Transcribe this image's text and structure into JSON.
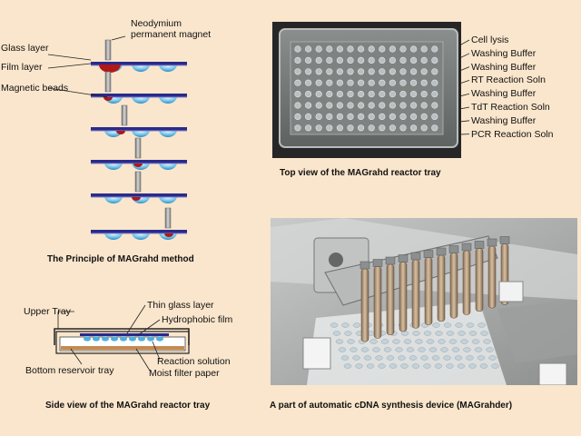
{
  "principle": {
    "labels": {
      "magnet": "Neodymium\npermanent magnet",
      "glass": "Glass layer",
      "film": "Film layer",
      "beads": "Magnetic beads"
    },
    "caption": "The Principle of MAGrahd method"
  },
  "top_view": {
    "labels": [
      "Cell lysis",
      "Washing Buffer",
      "Washing Buffer",
      "RT Reaction Soln",
      "Washing Buffer",
      "TdT Reaction Soln",
      "Washing Buffer",
      "PCR Reaction Soln"
    ],
    "caption": "Top view of the MAGrahd reactor tray"
  },
  "side_view": {
    "labels": {
      "upper_tray": "Upper Tray",
      "thin_glass": "Thin glass layer",
      "hydrophobic": "Hydrophobic film",
      "bottom_tray": "Bottom reservoir tray",
      "reaction": "Reaction solution",
      "moist": "Moist filter paper"
    },
    "caption": "Side view of the MAGrahd reactor tray"
  },
  "device": {
    "caption": "A part of automatic cDNA synthesis device (MAGrahder)"
  },
  "colors": {
    "background": "#fae6cc",
    "glass": "#2a2a8c",
    "droplet": "#5ab4dc",
    "bead": "#b01818",
    "magnet": "#9a9a9a"
  }
}
